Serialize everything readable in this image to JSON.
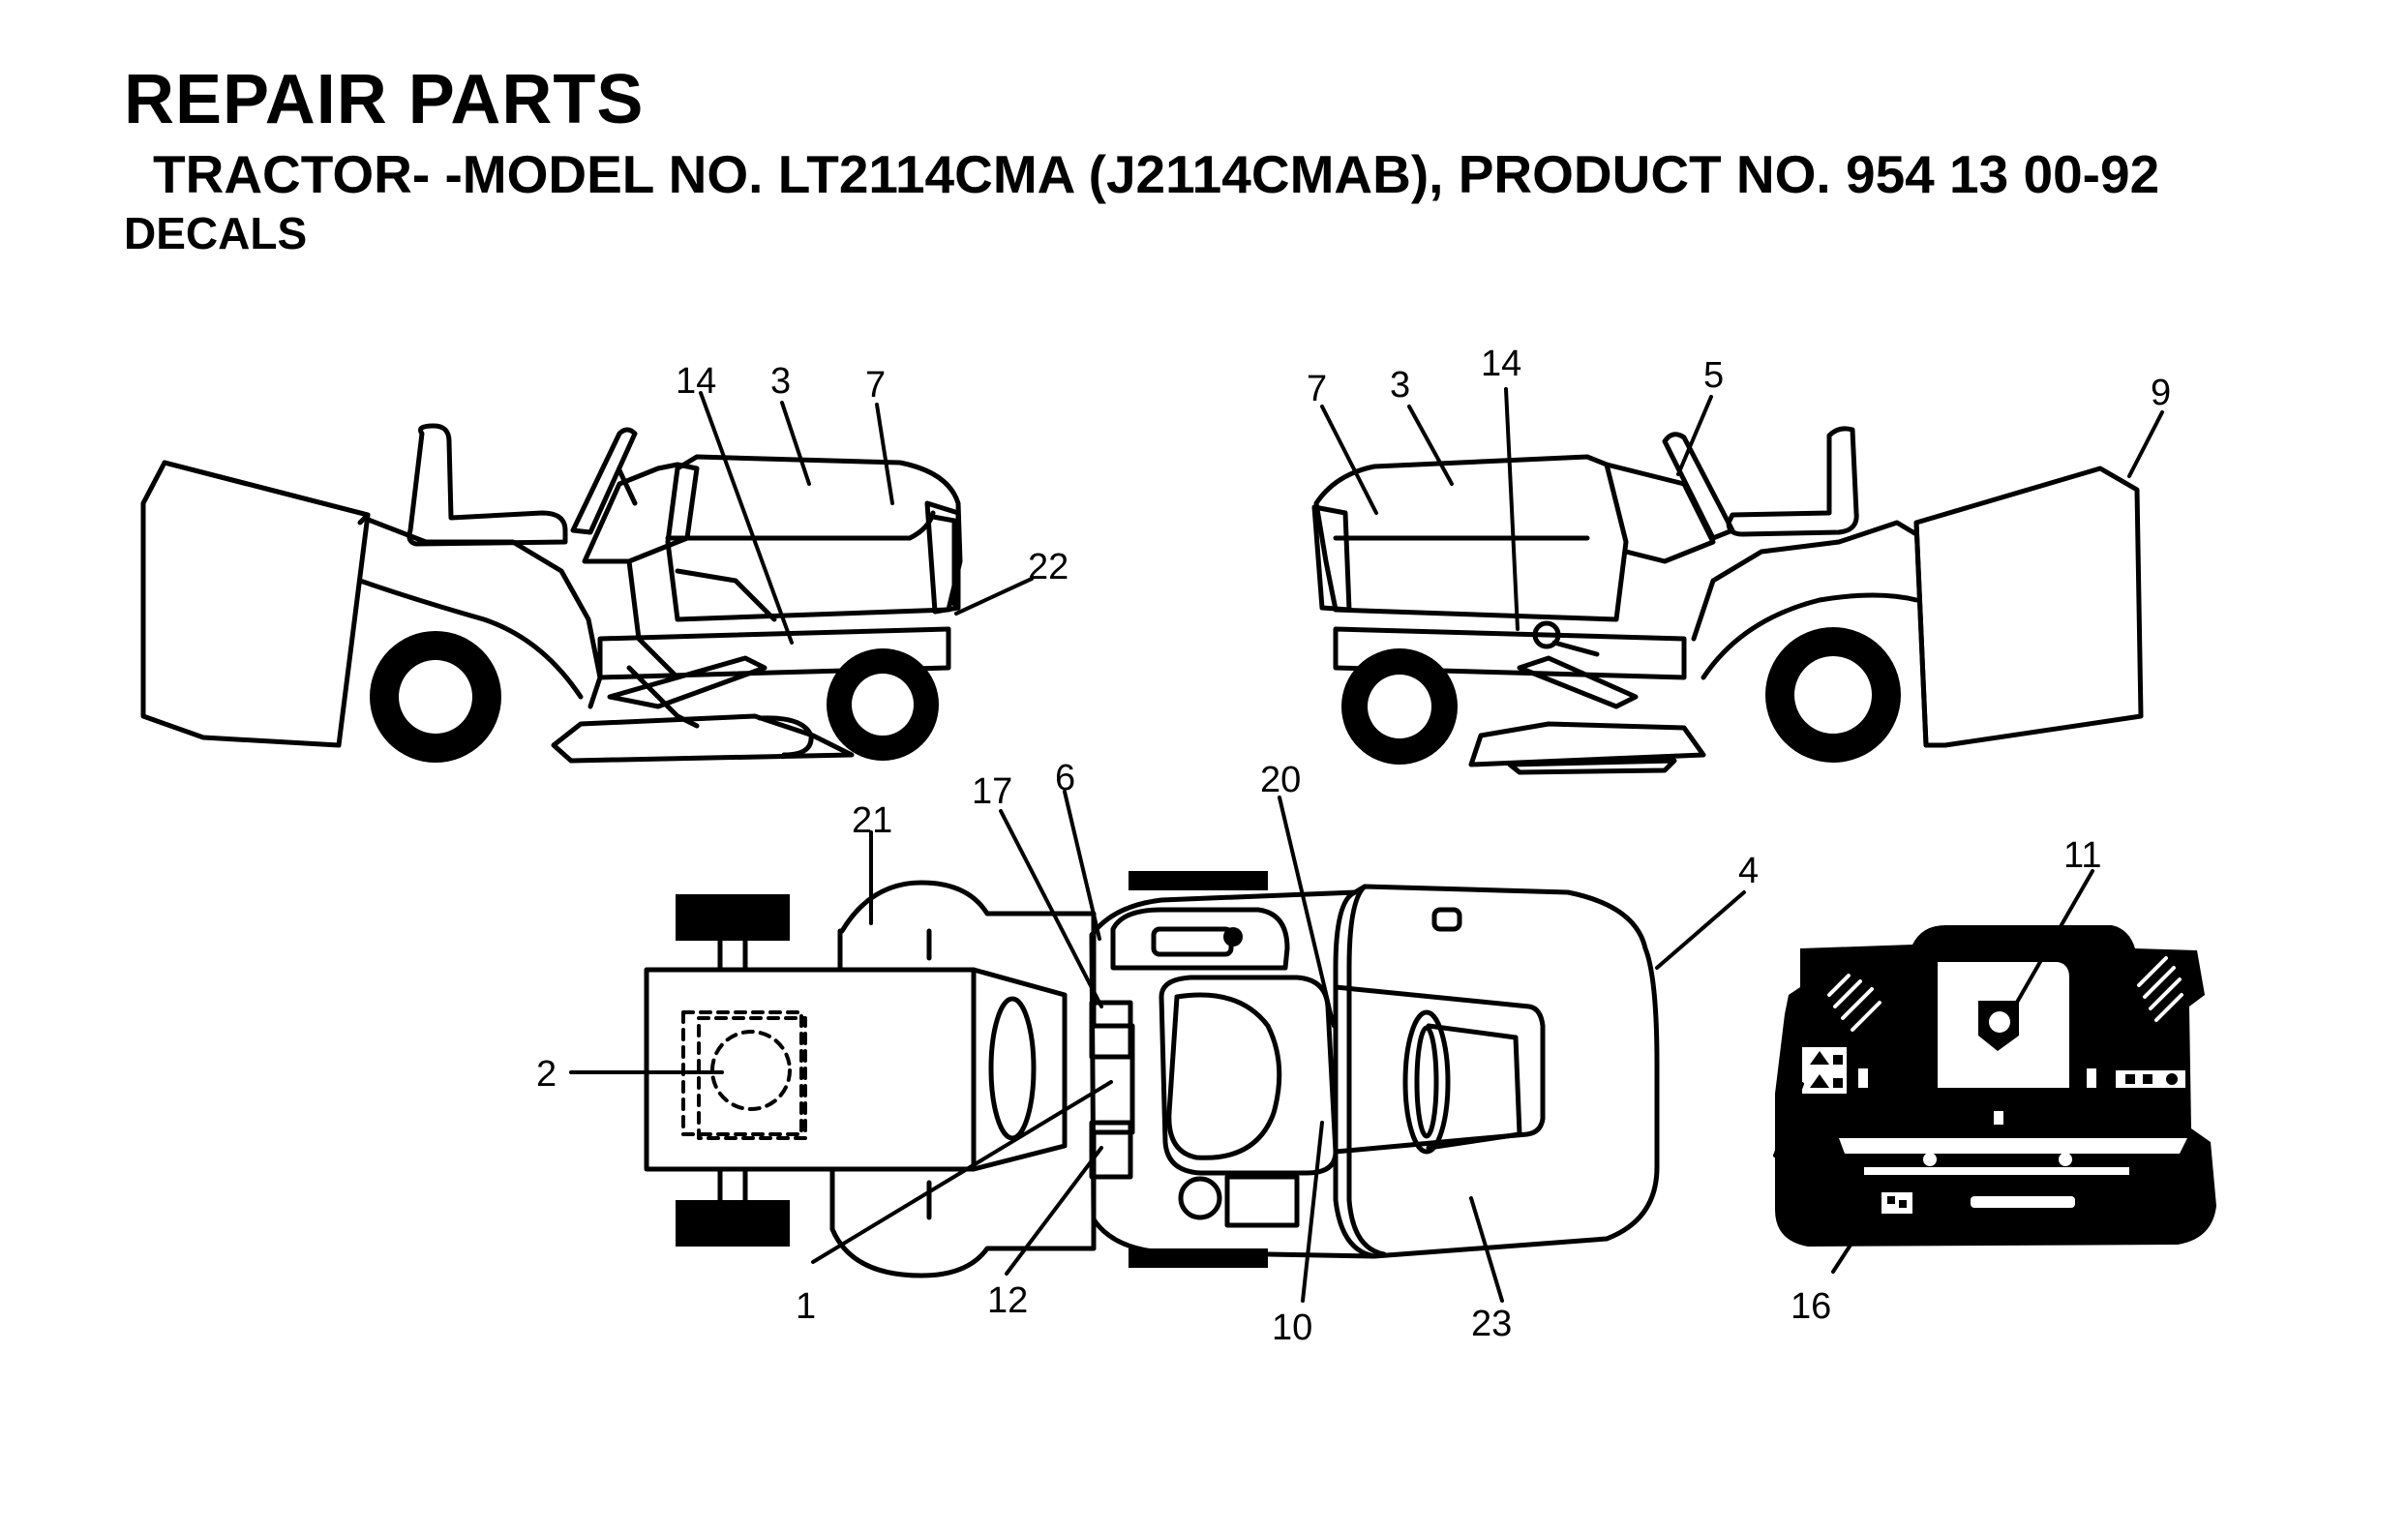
{
  "header": {
    "title": "REPAIR PARTS",
    "subtitle": "TRACTOR- -MODEL NO. LT2114CMA (J2114CMAB), PRODUCT NO. 954 13 00-92",
    "section": "DECALS"
  },
  "callouts": {
    "left_side": [
      "14",
      "3",
      "7",
      "22"
    ],
    "right_side": [
      "7",
      "3",
      "14",
      "5",
      "9"
    ],
    "top_view": [
      "21",
      "17",
      "6",
      "20",
      "4",
      "2",
      "1",
      "12",
      "10",
      "23"
    ],
    "rear_view": [
      "11",
      "16"
    ]
  },
  "colors": {
    "ink": "#000000",
    "paper": "#ffffff"
  }
}
